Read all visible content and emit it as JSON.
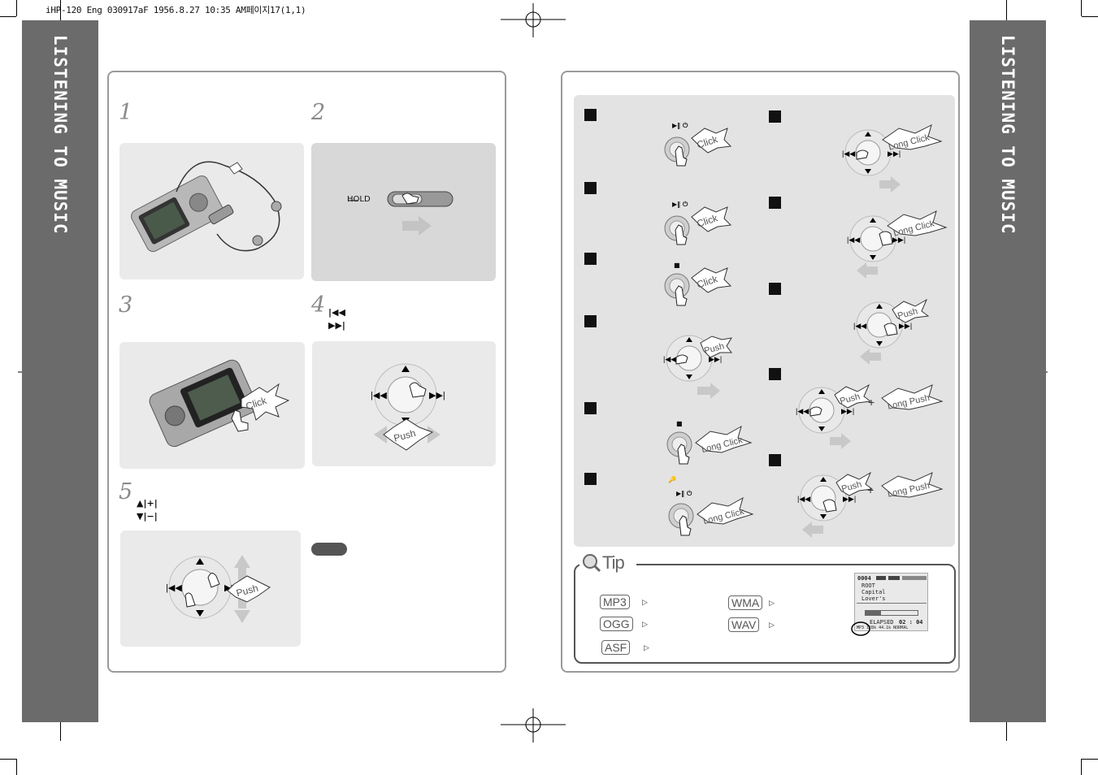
{
  "print_header": "iHP-120 Eng 030917aF  1956.8.27 10:35 AM페이지17(1,1)",
  "side_title_left": "LISTENING TO MUSIC",
  "side_title_right": "LISTENING TO MUSIC",
  "left_page": {
    "steps": [
      {
        "num": "1"
      },
      {
        "num": "2",
        "hold_label": "HOLD"
      },
      {
        "num": "3",
        "burst": "Click"
      },
      {
        "num": "4",
        "icons": [
          "|◀◀",
          "▶▶|"
        ],
        "burst": "Push"
      },
      {
        "num": "5",
        "icons": [
          "▲|+|",
          "▼|−|"
        ],
        "burst": "Push"
      }
    ]
  },
  "right_page": {
    "actions_left": [
      {
        "burst": "Click",
        "icon": "▶‖ ⏻"
      },
      {
        "burst": "Click",
        "icon": "▶‖ ⏻"
      },
      {
        "burst": "Click",
        "icon": "■"
      },
      {
        "burst": "Push"
      },
      {
        "burst": "Long Click",
        "icon": "■"
      },
      {
        "burst": "Long Click",
        "icon": "▶‖ ⏻",
        "lock_icon": "🔑"
      }
    ],
    "actions_right": [
      {
        "burst": "Long Click"
      },
      {
        "burst": "Long Click"
      },
      {
        "burst": "Push"
      },
      {
        "burst": "Push",
        "burst2": "Long Push",
        "plus": "+"
      },
      {
        "burst": "Push",
        "burst2": "Long Push",
        "plus": "+"
      }
    ],
    "tip": {
      "title": "Tip",
      "formats": [
        "MP3",
        "WMA",
        "OGG",
        "WAV",
        "ASF"
      ],
      "lcd": {
        "track": "0004",
        "lines": [
          "ROOT",
          "Capital",
          "Lover's"
        ],
        "elapsed_label": "ELAPSED",
        "elapsed_time": "02 : 04",
        "footer": "MP3 128k 44.1k NORMAL"
      }
    }
  }
}
